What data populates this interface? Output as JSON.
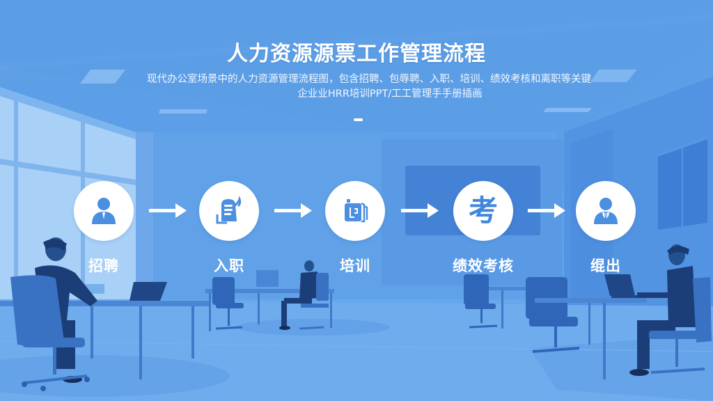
{
  "header": {
    "title": "人力资源源票工作管理流程",
    "subtitle_line1": "现代办公室场景中的人力资源管理流程图，包含招聘、包辱聘、入职、培训、绩效考核和离职等关键",
    "subtitle_line2": "企业业HRR培训PPT/工工管理手手册插画"
  },
  "flow": {
    "steps": [
      {
        "label": "招聘",
        "icon": "person-tie-icon"
      },
      {
        "label": "入职",
        "icon": "document-sign-icon"
      },
      {
        "label": "培训",
        "icon": "training-cards-icon"
      },
      {
        "label": "绩效考核",
        "icon": "kao-character-icon",
        "glyph": "考"
      },
      {
        "label": "绲出",
        "icon": "person-suit-icon"
      }
    ],
    "arrow_icon": "arrow-right-icon"
  },
  "colors": {
    "background": "#5c9fe8",
    "icon_blue": "#3f86dc",
    "text": "#ffffff",
    "figure_dark": "#1e3f7a",
    "furniture": "#3e78c8"
  }
}
